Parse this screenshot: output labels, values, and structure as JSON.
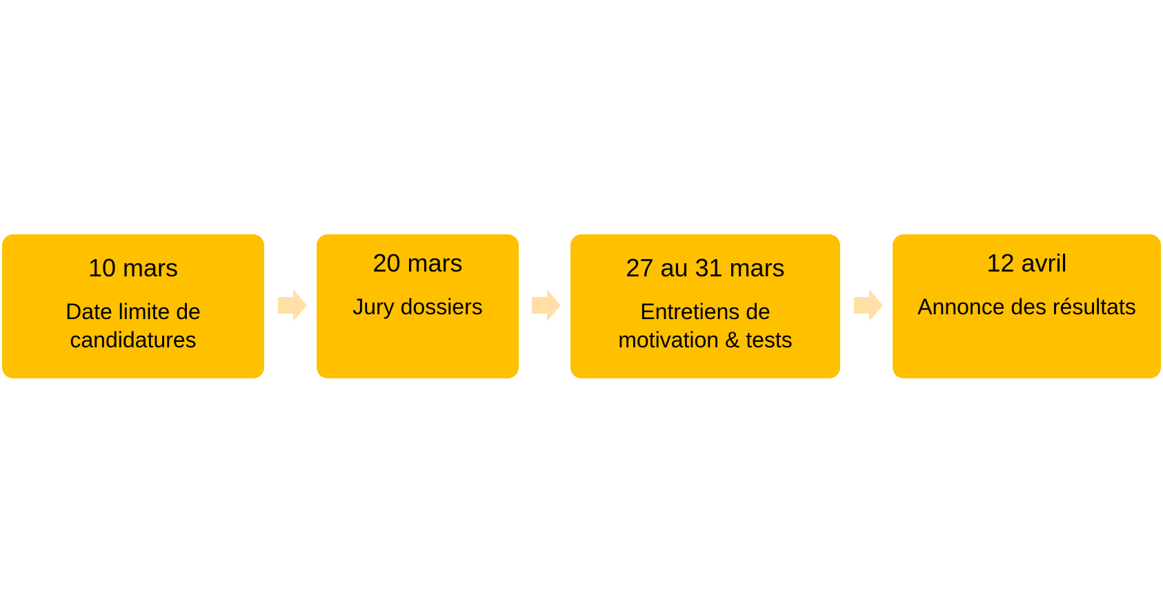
{
  "steps": [
    {
      "date": "10 mars",
      "label_lines": [
        "Date limite de",
        "candidatures"
      ]
    },
    {
      "date": "20 mars",
      "label_lines": [
        "Jury dossiers"
      ]
    },
    {
      "date": "27 au 31 mars",
      "label_lines": [
        "Entretiens de",
        "motivation & tests"
      ]
    },
    {
      "date": "12 avril",
      "label_lines": [
        "Annonce des résultats"
      ]
    }
  ],
  "colors": {
    "box_fill": "#ffc000",
    "arrow_fill": "#ffdfa6",
    "text": "#000000",
    "background": "#ffffff"
  },
  "icons": [
    "right-arrow-icon"
  ]
}
